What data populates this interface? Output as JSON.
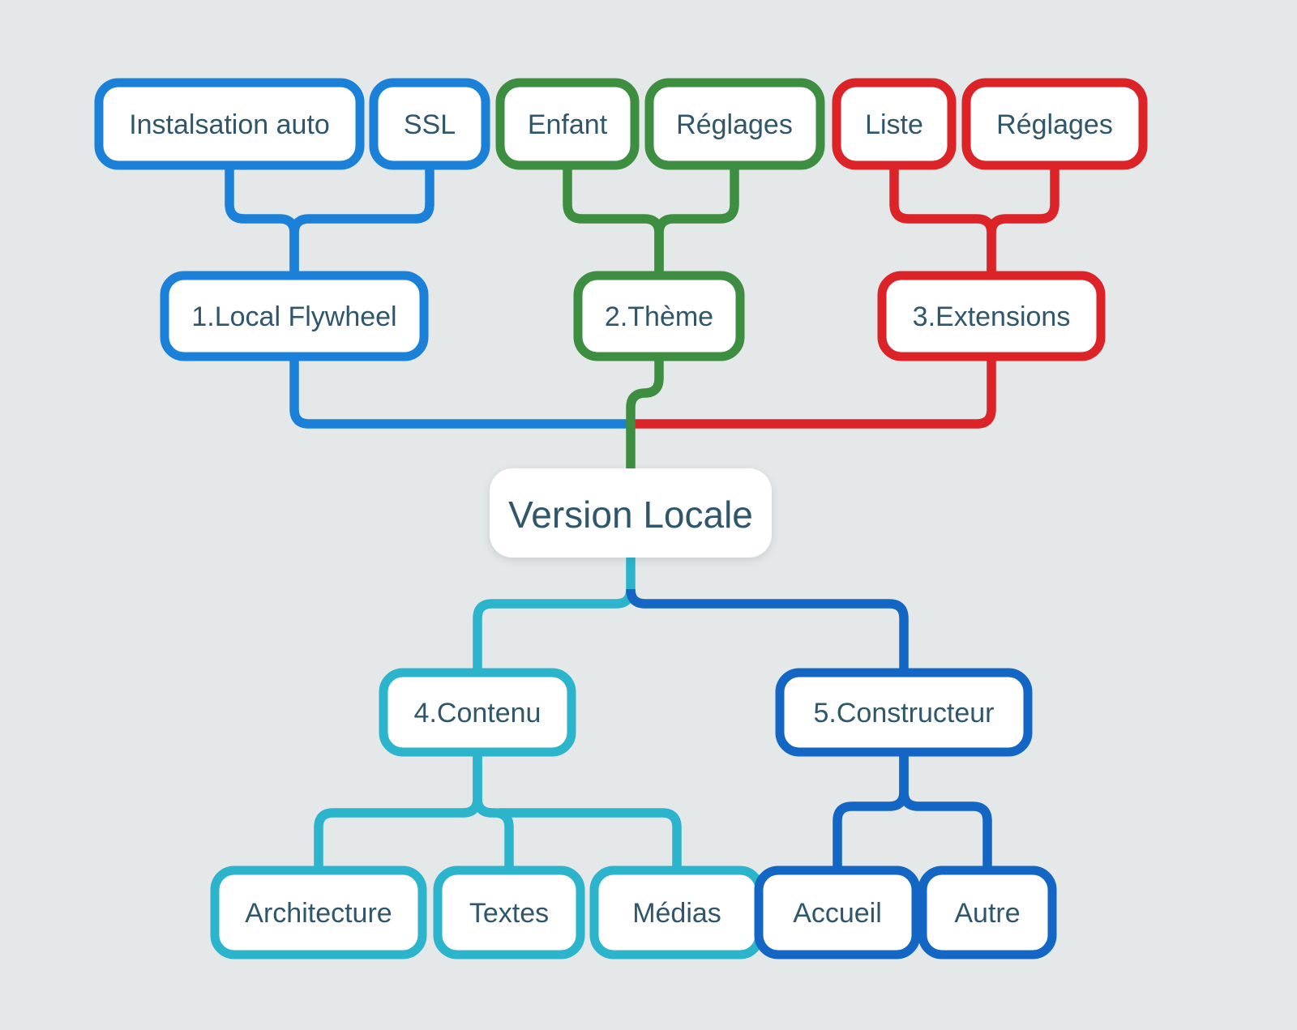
{
  "title": "Version Locale mind map",
  "background": "#e5e8e9",
  "colors": {
    "blue": "#1b80d8",
    "green": "#3e8e41",
    "red": "#dc2428",
    "cyan": "#2bb4cb",
    "dark_blue": "#1366c4",
    "text": "#2f566a",
    "node_fill": "#ffffff"
  },
  "nodes": {
    "installation": {
      "label": "Instalsation auto",
      "group": "blue"
    },
    "ssl": {
      "label": "SSL",
      "group": "blue"
    },
    "enfant": {
      "label": "Enfant",
      "group": "green"
    },
    "reglages_theme": {
      "label": "Réglages",
      "group": "green"
    },
    "liste": {
      "label": "Liste",
      "group": "red"
    },
    "reglages_extensions": {
      "label": "Réglages",
      "group": "red"
    },
    "local_flywheel": {
      "label": "1.Local Flywheel",
      "group": "blue"
    },
    "theme": {
      "label": "2.Thème",
      "group": "green"
    },
    "extensions": {
      "label": "3.Extensions",
      "group": "red"
    },
    "version_locale": {
      "label": "Version Locale",
      "group": "root"
    },
    "contenu": {
      "label": "4.Contenu",
      "group": "cyan"
    },
    "constructeur": {
      "label": "5.Constructeur",
      "group": "dark_blue"
    },
    "architecture": {
      "label": "Architecture",
      "group": "cyan"
    },
    "textes": {
      "label": "Textes",
      "group": "cyan"
    },
    "medias": {
      "label": "Médias",
      "group": "cyan"
    },
    "accueil": {
      "label": "Accueil",
      "group": "dark_blue"
    },
    "autre": {
      "label": "Autre",
      "group": "dark_blue"
    }
  },
  "edges": [
    {
      "from": "installation",
      "to": "local_flywheel",
      "color": "blue"
    },
    {
      "from": "ssl",
      "to": "local_flywheel",
      "color": "blue"
    },
    {
      "from": "enfant",
      "to": "theme",
      "color": "green"
    },
    {
      "from": "reglages_theme",
      "to": "theme",
      "color": "green"
    },
    {
      "from": "liste",
      "to": "extensions",
      "color": "red"
    },
    {
      "from": "reglages_extensions",
      "to": "extensions",
      "color": "red"
    },
    {
      "from": "local_flywheel",
      "to": "version_locale",
      "color": "blue"
    },
    {
      "from": "theme",
      "to": "version_locale",
      "color": "green"
    },
    {
      "from": "extensions",
      "to": "version_locale",
      "color": "red"
    },
    {
      "from": "version_locale",
      "to": "contenu",
      "color": "cyan"
    },
    {
      "from": "version_locale",
      "to": "constructeur",
      "color": "dark_blue"
    },
    {
      "from": "contenu",
      "to": "architecture",
      "color": "cyan"
    },
    {
      "from": "contenu",
      "to": "textes",
      "color": "cyan"
    },
    {
      "from": "contenu",
      "to": "medias",
      "color": "cyan"
    },
    {
      "from": "constructeur",
      "to": "accueil",
      "color": "dark_blue"
    },
    {
      "from": "constructeur",
      "to": "autre",
      "color": "dark_blue"
    }
  ]
}
